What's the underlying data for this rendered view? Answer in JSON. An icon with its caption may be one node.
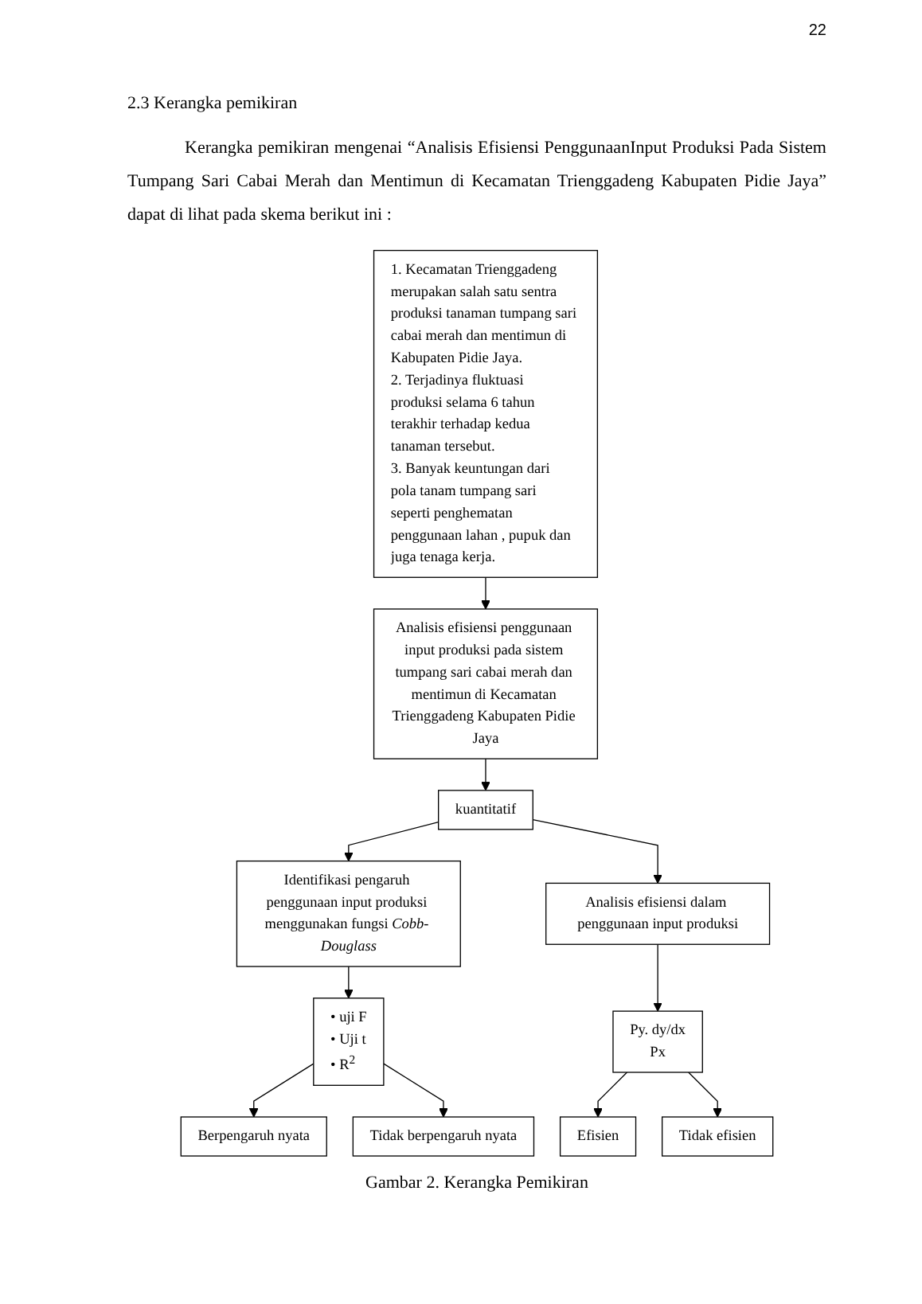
{
  "diagram": {
    "caption": "Gambar 2. Kerangka Pemikiran",
    "nodes": [
      {
        "text": [
          "1. Kecamatan Trienggadeng merupakan salah satu sentra produksi tanaman tumpang sari cabai merah dan mentimun di Kabupaten Pidie Jaya.",
          "2. Terjadinya fluktuasi produksi selama 6 tahun terakhir terhadap kedua tanaman tersebut.",
          "3. Banyak keuntungan dari pola tanam tumpang sari seperti penghematan penggunaan lahan , pupuk dan juga tenaga kerja."
        ]
      },
      {
        "text": [
          "Analisis efisiensi penggunaan input produksi pada sistem tumpang sari cabai merah dan mentimun di Kecamatan Trienggadeng Kabupaten Pidie Jaya"
        ]
      },
      {
        "text": [
          "kuantitatif"
        ]
      },
      {
        "text": [
          "Identifikasi pengaruh penggunaan input produksi menggunakan fungsi *Cobb- Douglass*"
        ]
      },
      {
        "text": [
          "Analisis efisiensi dalam penggunaan input produksi"
        ]
      },
      {
        "text": [
          "• uji F",
          "• Uji t",
          "• R$^{2}$"
        ]
      },
      {
        "text": [
          "Py. dy/dx",
          "Px"
        ]
      },
      {
        "text": [
          "Berpengaruh nyata"
        ]
      },
      {
        "text": [
          "Tidak berpengaruh nyata"
        ]
      },
      {
        "text": [
          "Efisien"
        ]
      },
      {
        "text": [
          "Tidak efisien"
        ]
      }
    ],
    "edges": [
      {
        "from": 0,
        "to": 1,
        "arrow": "to"
      },
      {
        "from": 1,
        "to": 2,
        "arrow": "to"
      },
      {
        "from": 2,
        "to": 3,
        "arrow": "to"
      },
      {
        "from": 2,
        "to": 4,
        "arrow": "to"
      },
      {
        "from": 3,
        "to": 5,
        "arrow": "to"
      },
      {
        "from": 4,
        "to": 6,
        "arrow": "to"
      },
      {
        "from": 5,
        "to": 7,
        "arrow": "to"
      },
      {
        "from": 5,
        "to": 8,
        "arrow": "to"
      },
      {
        "from": 6,
        "to": 9,
        "arrow": "to"
      },
      {
        "from": 6,
        "to": 10,
        "arrow": "to"
      }
    ],
    "labels": [
      "22",
      "2.3 Kerangka pemikiran",
      "Kerangka pemikiran mengenai “Analisis Efisiensi PenggunaanInput Produksi  Pada Sistem Tumpang Sari Cabai Merah dan Mentimun di Kecamatan Trienggadeng Kabupaten Pidie Jaya” dapat di lihat pada skema berikut ini :"
    ]
  }
}
